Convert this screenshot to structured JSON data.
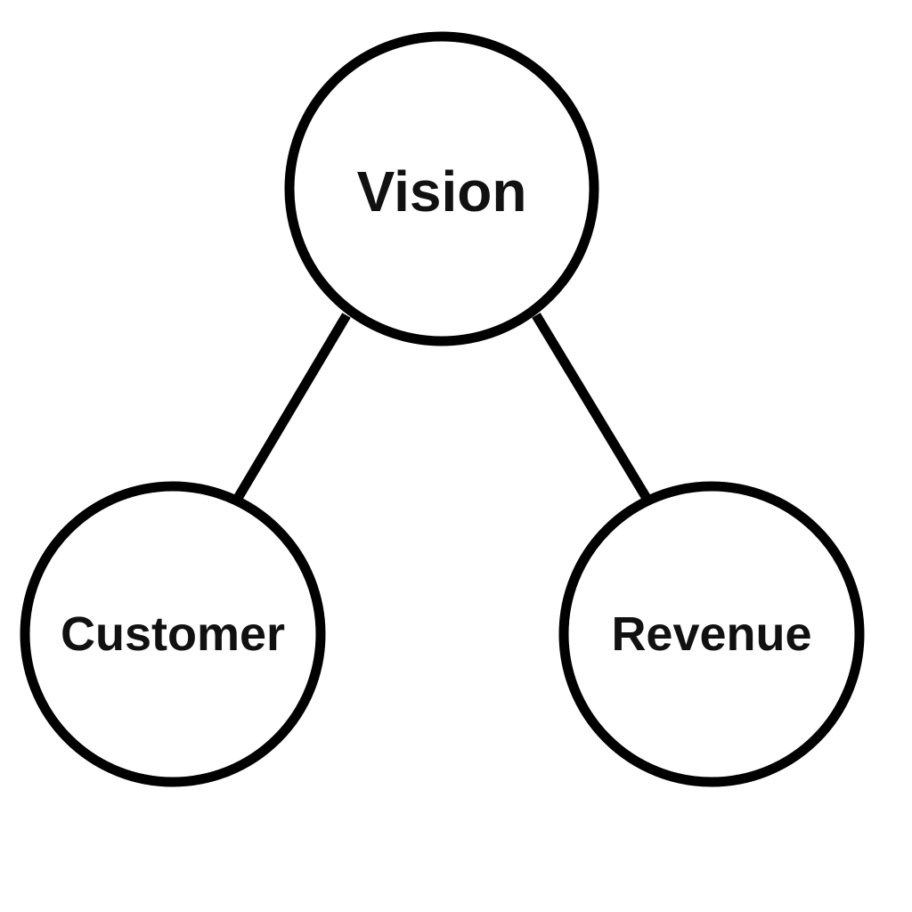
{
  "diagram": {
    "type": "tree",
    "nodes": {
      "top": {
        "label": "Vision"
      },
      "left": {
        "label": "Customer"
      },
      "right": {
        "label": "Revenue"
      }
    },
    "edges": [
      {
        "from": "Vision",
        "to": "Customer"
      },
      {
        "from": "Vision",
        "to": "Revenue"
      }
    ],
    "colors": {
      "stroke": "#000000",
      "fill": "#ffffff",
      "text": "#111111"
    }
  }
}
